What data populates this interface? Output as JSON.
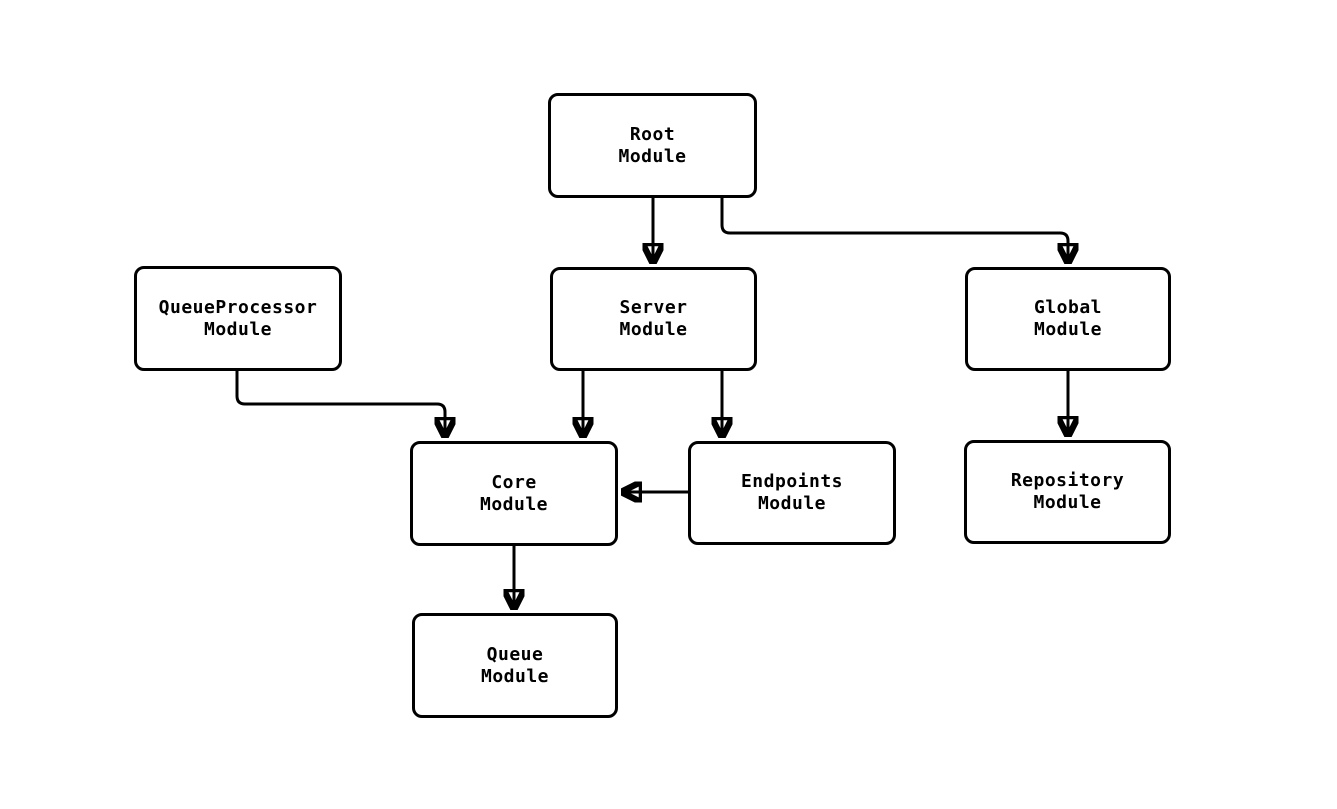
{
  "diagram": {
    "type": "module-dependency-flowchart",
    "colors": {
      "background": "#ffffff",
      "node_fill": "#ffffff",
      "node_border": "#000000",
      "edge_stroke": "#000000",
      "text": "#000000"
    },
    "nodes": [
      {
        "id": "root",
        "label": "Root\nModule"
      },
      {
        "id": "queueprocessor",
        "label": "QueueProcessor\nModule"
      },
      {
        "id": "server",
        "label": "Server\nModule"
      },
      {
        "id": "global",
        "label": "Global\nModule"
      },
      {
        "id": "core",
        "label": "Core\nModule"
      },
      {
        "id": "endpoints",
        "label": "Endpoints\nModule"
      },
      {
        "id": "repository",
        "label": "Repository\nModule"
      },
      {
        "id": "queue",
        "label": "Queue\nModule"
      }
    ],
    "edges": [
      {
        "from": "root",
        "to": "server"
      },
      {
        "from": "root",
        "to": "global"
      },
      {
        "from": "queueprocessor",
        "to": "core"
      },
      {
        "from": "server",
        "to": "core"
      },
      {
        "from": "server",
        "to": "endpoints"
      },
      {
        "from": "endpoints",
        "to": "core"
      },
      {
        "from": "global",
        "to": "repository"
      },
      {
        "from": "core",
        "to": "queue"
      }
    ]
  }
}
